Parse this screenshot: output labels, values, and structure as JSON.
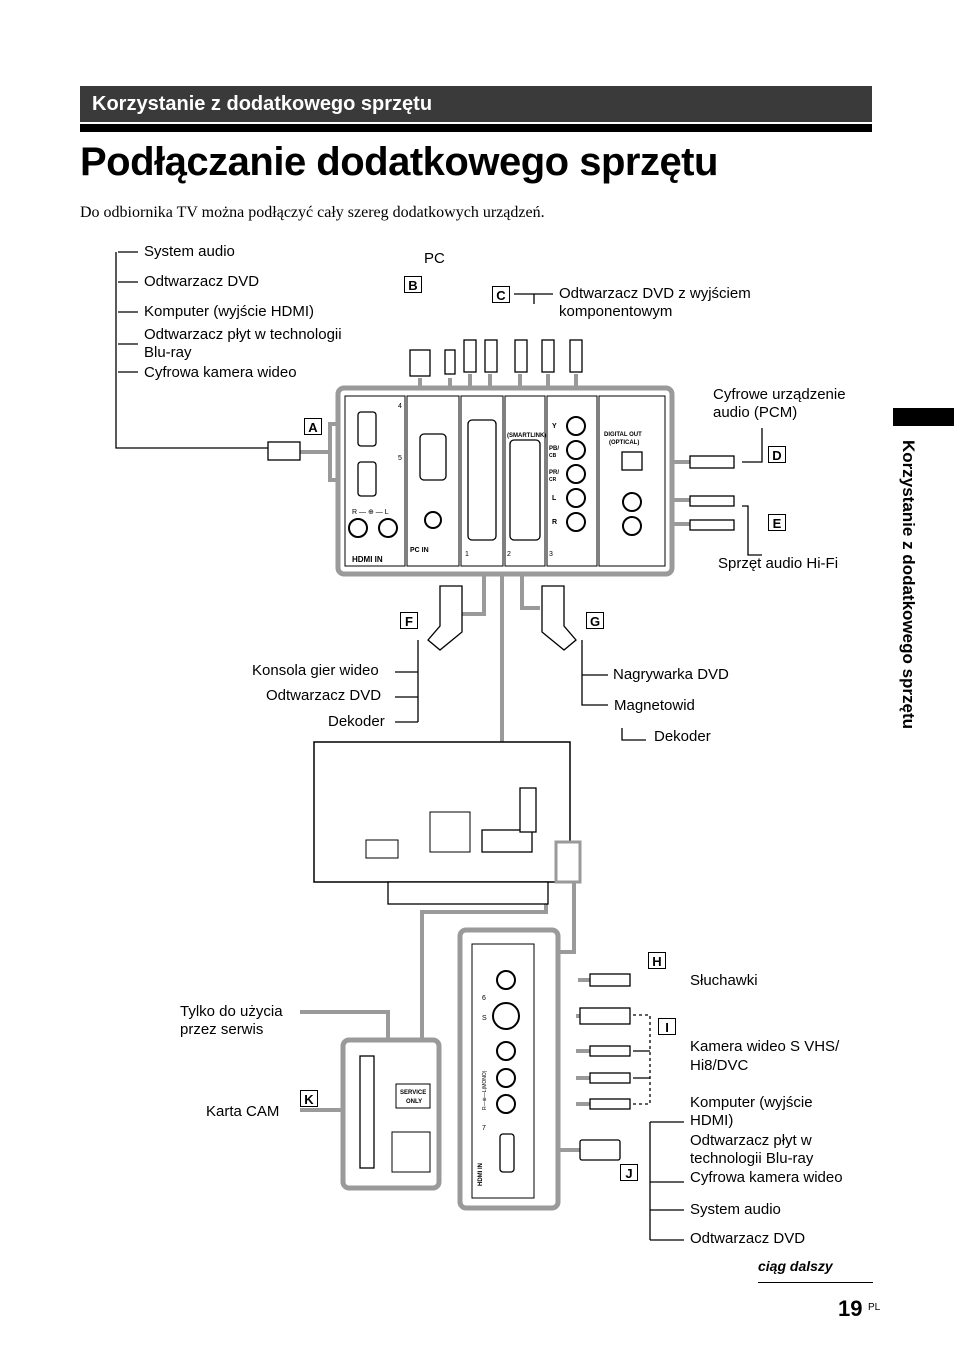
{
  "header": {
    "section": "Korzystanie z dodatkowego sprzętu",
    "title": "Podłączanie dodatkowego sprzętu",
    "intro": "Do odbiornika TV można podłączyć cały szereg dodatkowych urządzeń."
  },
  "side_tab": "Korzystanie z dodatkowego sprzętu",
  "letters": {
    "a": "A",
    "b": "B",
    "c": "C",
    "d": "D",
    "e": "E",
    "f": "F",
    "g": "G",
    "h": "H",
    "i": "I",
    "j": "J",
    "k": "K"
  },
  "labels": {
    "a_list": [
      "System audio",
      "Odtwarzacz DVD",
      "Komputer (wyjście HDMI)",
      "Odtwarzacz płyt w technologii",
      "Blu-ray",
      "Cyfrowa kamera wideo"
    ],
    "pc": "PC",
    "c_1": "Odtwarzacz DVD z wyjściem",
    "c_2": "komponentowym",
    "d_1": "Cyfrowe urządzenie",
    "d_2": "audio (PCM)",
    "e": "Sprzęt audio Hi-Fi",
    "f_list": [
      "Konsola gier wideo",
      "Odtwarzacz DVD",
      "Dekoder"
    ],
    "g_list": [
      "Nagrywarka DVD",
      "Magnetowid",
      "Dekoder"
    ],
    "h": "Słuchawki",
    "i_1": "Kamera wideo S VHS/",
    "i_2": "Hi8/DVC",
    "j_list": [
      "Komputer (wyjście",
      "HDMI)",
      "Odtwarzacz płyt w",
      "technologii Blu-ray",
      "Cyfrowa kamera wideo",
      "System audio",
      "Odtwarzacz DVD"
    ],
    "service_1": "Tylko do użycia",
    "service_2": "przez serwis",
    "cam": "Karta CAM"
  },
  "panel_text": {
    "digital_out_1": "DIGITAL OUT",
    "digital_out_2": "(OPTICAL)",
    "smartlink": "(SMARTLINK)",
    "pc_in": "PC IN",
    "hdmi_in": "HDMI IN",
    "service_1": "SERVICE",
    "service_2": "ONLY",
    "y": "Y",
    "pb": "PB/",
    "pb2": "CB",
    "pr": "PR/",
    "pr2": "CR",
    "l": "L",
    "r": "R",
    "n1": "1",
    "n2": "2",
    "n3": "3",
    "n4": "4",
    "n5": "5",
    "n6": "6",
    "n7": "7",
    "audio_lr": "R — ⊕ — L",
    "side_s": "S",
    "side_audio": "R—⊕—L(MONO)",
    "side_hdmi": "HDMI IN"
  },
  "footer": {
    "continued": "ciąg dalszy",
    "page": "19",
    "lang": "PL"
  }
}
